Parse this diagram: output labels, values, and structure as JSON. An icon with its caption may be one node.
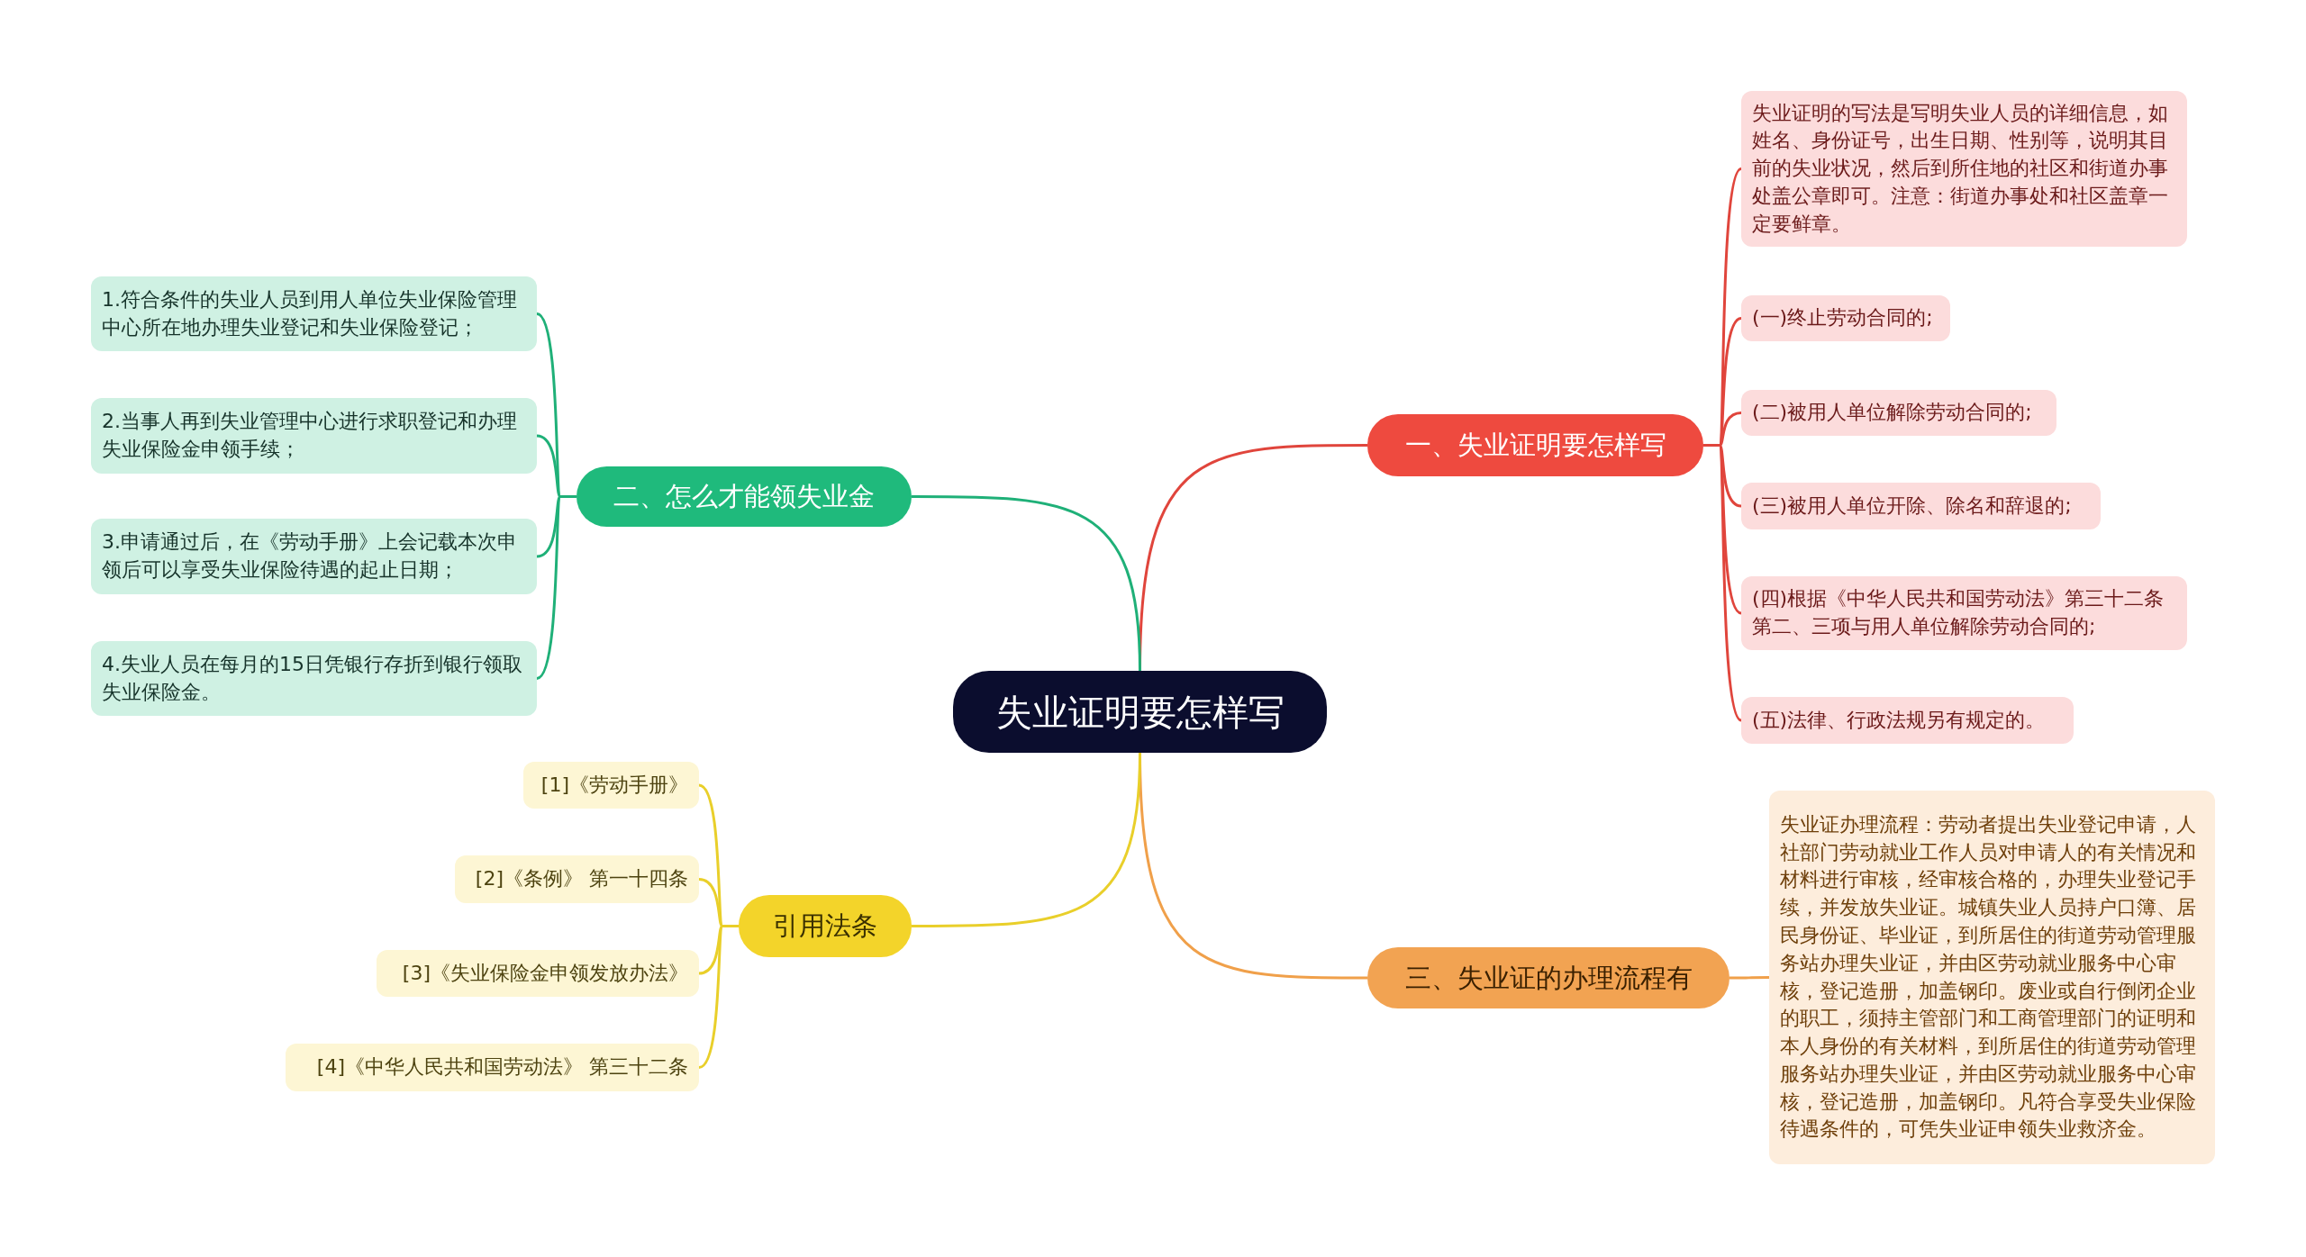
{
  "diagram": {
    "nodes": [
      {
        "text": [
          "失业证明要怎样写"
        ]
      },
      {
        "text": [
          "一、失业证明要怎样写"
        ]
      },
      {
        "text": [
          "失业证明的写法是写明失业人员的详细信息，如姓名、身份证号，出生日期、性别等，说明其目前的失业状况，然后到所住地的社区和街道办事处盖公章即可。注意：街道办事处和社区盖章一定要鲜章。"
        ]
      },
      {
        "text": [
          "(一)终止劳动合同的;"
        ]
      },
      {
        "text": [
          "(二)被用人单位解除劳动合同的;"
        ]
      },
      {
        "text": [
          "(三)被用人单位开除、除名和辞退的;"
        ]
      },
      {
        "text": [
          "(四)根据《中华人民共和国劳动法》第三十二条第二、三项与用人单位解除劳动合同的;"
        ]
      },
      {
        "text": [
          "(五)法律、行政法规另有规定的。"
        ]
      },
      {
        "text": [
          "二、怎么才能领失业金"
        ]
      },
      {
        "text": [
          "1.符合条件的失业人员到用人单位失业保险管理中心所在地办理失业登记和失业保险登记；"
        ]
      },
      {
        "text": [
          "2.当事人再到失业管理中心进行求职登记和办理失业保险金申领手续；"
        ]
      },
      {
        "text": [
          "3.申请通过后，在《劳动手册》上会记载本次申领后可以享受失业保险待遇的起止日期；"
        ]
      },
      {
        "text": [
          "4.失业人员在每月的15日凭银行存折到银行领取失业保险金。"
        ]
      },
      {
        "text": [
          "三、失业证的办理流程有"
        ]
      },
      {
        "text": [
          "失业证办理流程：劳动者提出失业登记申请，人社部门劳动就业工作人员对申请人的有关情况和材料进行审核，经审核合格的，办理失业登记手续，并发放失业证。城镇失业人员持户口簿、居民身份证、毕业证，到所居住的街道劳动管理服务站办理失业证，并由区劳动就业服务中心审核，登记造册，加盖钢印。废业或自行倒闭企业的职工，须持主管部门和工商管理部门的证明和本人身份的有关材料，到所居住的街道劳动管理服务站办理失业证，并由区劳动就业服务中心审核，登记造册，加盖钢印。凡符合享受失业保险待遇条件的，可凭失业证申领失业救济金。"
        ]
      },
      {
        "text": [
          "引用法条"
        ]
      },
      {
        "text": [
          "[1]《劳动手册》"
        ]
      },
      {
        "text": [
          "[2]《条例》 第一十四条"
        ]
      },
      {
        "text": [
          "[3]《失业保险金申领发放办法》"
        ]
      },
      {
        "text": [
          "[4]《中华人民共和国劳动法》 第三十二条"
        ]
      }
    ],
    "edges": [
      {
        "from": 0,
        "to": 1,
        "arrow": "none",
        "color": "#e0453c"
      },
      {
        "from": 1,
        "to": 2,
        "arrow": "none",
        "color": "#e0453c"
      },
      {
        "from": 1,
        "to": 3,
        "arrow": "none",
        "color": "#e0453c"
      },
      {
        "from": 1,
        "to": 4,
        "arrow": "none",
        "color": "#e0453c"
      },
      {
        "from": 1,
        "to": 5,
        "arrow": "none",
        "color": "#e0453c"
      },
      {
        "from": 1,
        "to": 6,
        "arrow": "none",
        "color": "#e0453c"
      },
      {
        "from": 1,
        "to": 7,
        "arrow": "none",
        "color": "#e0453c"
      },
      {
        "from": 0,
        "to": 8,
        "arrow": "none",
        "color": "#1fb078"
      },
      {
        "from": 8,
        "to": 9,
        "arrow": "none",
        "color": "#1fb078"
      },
      {
        "from": 8,
        "to": 10,
        "arrow": "none",
        "color": "#1fb078"
      },
      {
        "from": 8,
        "to": 11,
        "arrow": "none",
        "color": "#1fb078"
      },
      {
        "from": 8,
        "to": 12,
        "arrow": "none",
        "color": "#1fb078"
      },
      {
        "from": 0,
        "to": 13,
        "arrow": "none",
        "color": "#f0a04a"
      },
      {
        "from": 13,
        "to": 14,
        "arrow": "none",
        "color": "#f0a04a"
      },
      {
        "from": 0,
        "to": 15,
        "arrow": "none",
        "color": "#e9cf2a"
      },
      {
        "from": 15,
        "to": 16,
        "arrow": "none",
        "color": "#e9cf2a"
      },
      {
        "from": 15,
        "to": 17,
        "arrow": "none",
        "color": "#e9cf2a"
      },
      {
        "from": 15,
        "to": 18,
        "arrow": "none",
        "color": "#e9cf2a"
      },
      {
        "from": 15,
        "to": 19,
        "arrow": "none",
        "color": "#e9cf2a"
      }
    ]
  }
}
